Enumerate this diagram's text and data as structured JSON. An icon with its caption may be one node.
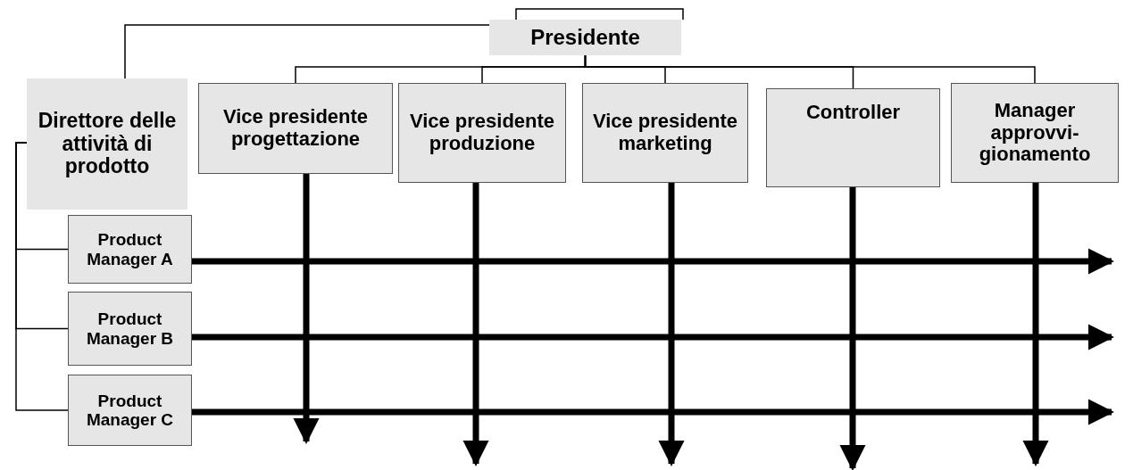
{
  "diagram": {
    "nodes": [
      {
        "text": [
          "Presidente"
        ]
      },
      {
        "text": [
          "Direttore delle attività di prodotto"
        ]
      },
      {
        "text": [
          "Vice presidente progettazione"
        ]
      },
      {
        "text": [
          "Vice presidente produzione"
        ]
      },
      {
        "text": [
          "Vice presidente marketing"
        ]
      },
      {
        "text": [
          "Controller"
        ]
      },
      {
        "text": [
          "Manager approvvi- gionamento"
        ]
      },
      {
        "text": [
          "Product Manager A"
        ]
      },
      {
        "text": [
          "Product Manager B"
        ]
      },
      {
        "text": [
          "Product Manager C"
        ]
      }
    ],
    "edges": [
      {
        "from": 0,
        "to": 1,
        "arrow": "none"
      },
      {
        "from": 0,
        "to": 2,
        "arrow": "none"
      },
      {
        "from": 0,
        "to": 3,
        "arrow": "none"
      },
      {
        "from": 0,
        "to": 4,
        "arrow": "none"
      },
      {
        "from": 0,
        "to": 5,
        "arrow": "none"
      },
      {
        "from": 0,
        "to": 6,
        "arrow": "none"
      },
      {
        "from": 1,
        "to": 7,
        "arrow": "none"
      },
      {
        "from": 1,
        "to": 8,
        "arrow": "none"
      },
      {
        "from": 1,
        "to": 9,
        "arrow": "none"
      },
      {
        "from": 2,
        "to": null,
        "arrow": "to",
        "style": "thick"
      },
      {
        "from": 3,
        "to": null,
        "arrow": "to",
        "style": "thick"
      },
      {
        "from": 4,
        "to": null,
        "arrow": "to",
        "style": "thick"
      },
      {
        "from": 5,
        "to": null,
        "arrow": "to",
        "style": "thick"
      },
      {
        "from": 6,
        "to": null,
        "arrow": "to",
        "style": "thick"
      },
      {
        "from": 7,
        "to": null,
        "arrow": "to",
        "style": "thick"
      },
      {
        "from": 8,
        "to": null,
        "arrow": "to",
        "style": "thick"
      },
      {
        "from": 9,
        "to": null,
        "arrow": "to",
        "style": "thick"
      }
    ]
  }
}
